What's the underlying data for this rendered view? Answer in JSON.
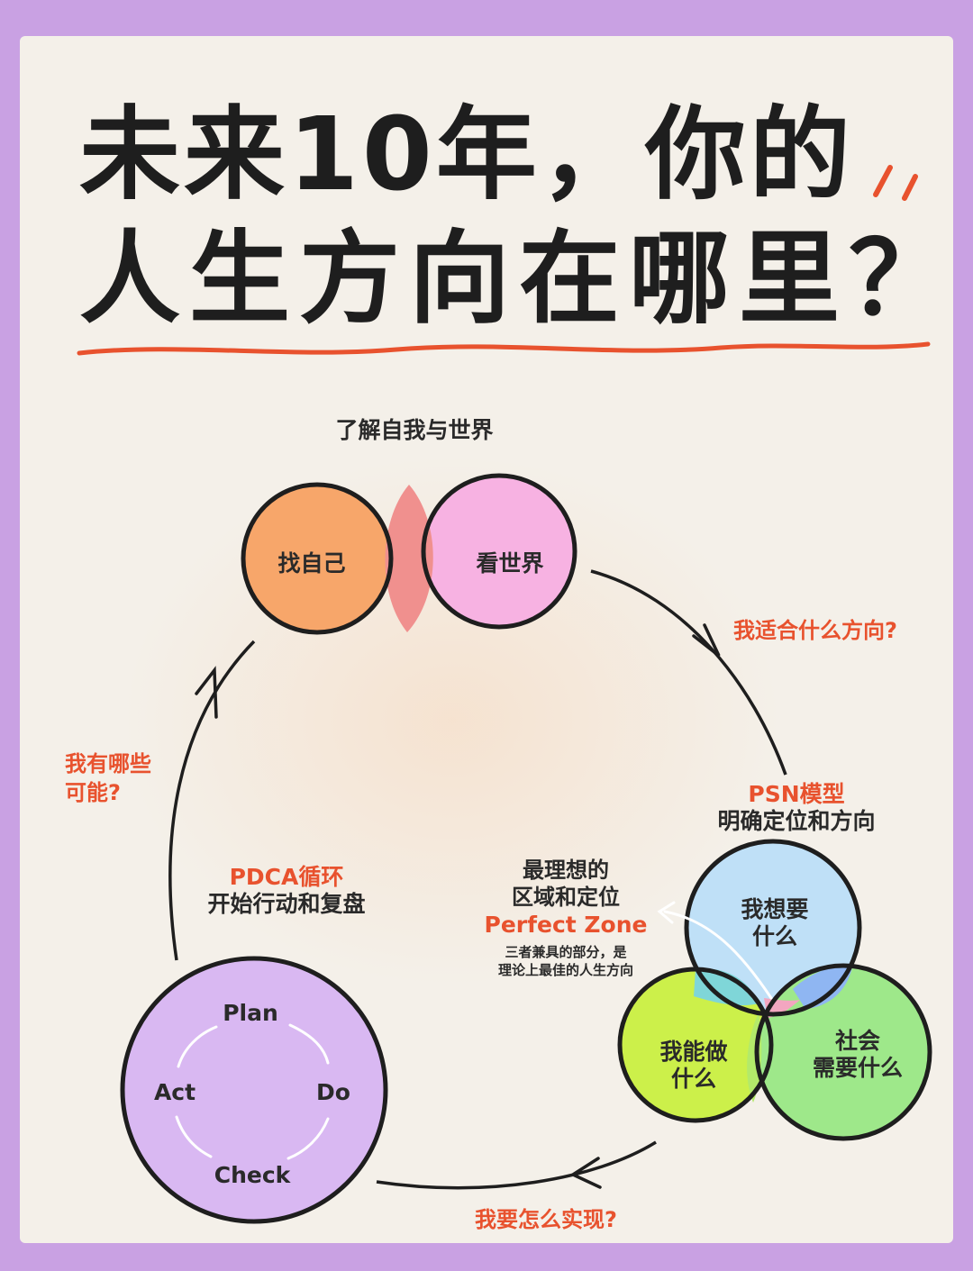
{
  "title": {
    "line1": "未来10年，你的",
    "line2": "人生方向在哪里？"
  },
  "top_venn": {
    "heading": "了解自我与世界",
    "left_label": "找自己",
    "right_label": "看世界"
  },
  "questions": {
    "right_upper": "我适合什么方向?",
    "left_line1": "我有哪些",
    "left_line2": "可能?",
    "bottom": "我要怎么实现?"
  },
  "psn": {
    "title": "PSN模型",
    "subtitle": "明确定位和方向"
  },
  "pdca": {
    "title": "PDCA循环",
    "subtitle": "开始行动和复盘",
    "plan": "Plan",
    "do": "Do",
    "check": "Check",
    "act": "Act"
  },
  "perfect_zone": {
    "line1": "最理想的",
    "line2": "区域和定位",
    "title": "Perfect Zone",
    "note1": "三者兼具的部分，是",
    "note2": "理论上最佳的人生方向"
  },
  "three_venn": {
    "top_line1": "我想要",
    "top_line2": "什么",
    "left_line1": "我能做",
    "left_line2": "什么",
    "right_line1": "社会",
    "right_line2": "需要什么"
  },
  "colors": {
    "accent": "#e8522e",
    "frame": "#c9a1e3",
    "paper": "#f4f0e9",
    "find_self": "#f7a66a",
    "see_world": "#f7b2e2",
    "overlap": "#f0908e",
    "want": "#bfe0f7",
    "can_do": "#ccf04a",
    "society": "#9ee88a",
    "pdca": "#d9b8f2"
  }
}
